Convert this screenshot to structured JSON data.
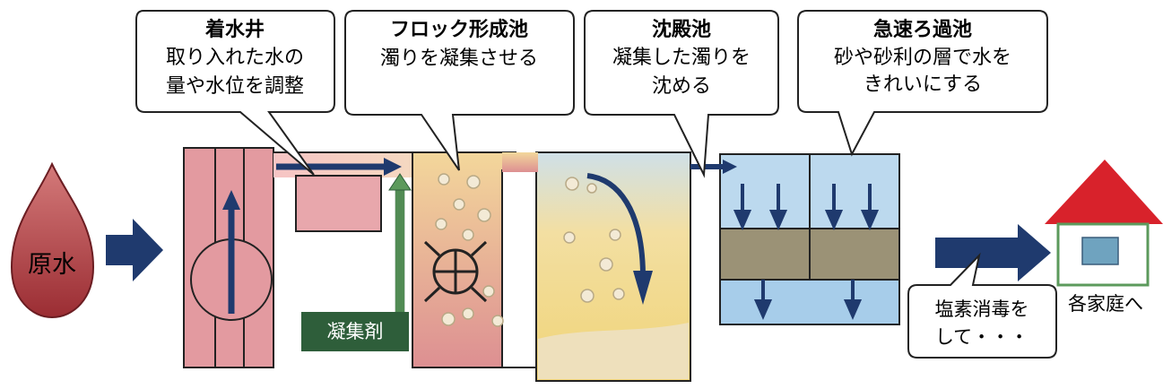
{
  "raw_water": {
    "label": "原水"
  },
  "stages": [
    {
      "title": "着水井",
      "lines": [
        "取り入れた水の",
        "量や水位を調整"
      ]
    },
    {
      "title": "フロック形成池",
      "lines": [
        "濁りを凝集させる"
      ]
    },
    {
      "title": "沈殿池",
      "lines": [
        "凝集した濁りを",
        "沈める"
      ]
    },
    {
      "title": "急速ろ過池",
      "lines": [
        "砂や砂利の層で水を",
        "きれいにする"
      ]
    }
  ],
  "coagulant": {
    "label": "凝集剤"
  },
  "chlorine_note": {
    "lines": [
      "塩素消毒を",
      "して・・・"
    ]
  },
  "home": {
    "label": "各家庭へ"
  },
  "colors": {
    "well": "#e39aa0",
    "flow_arrow": "#1f3a6e",
    "coagulant_arrow": "#5c9a5c",
    "coagulant_box": "#2e5e3a",
    "filter_water": "#bcd9ee",
    "filter_sand": "#9b9276",
    "roof": "#d8222b"
  }
}
